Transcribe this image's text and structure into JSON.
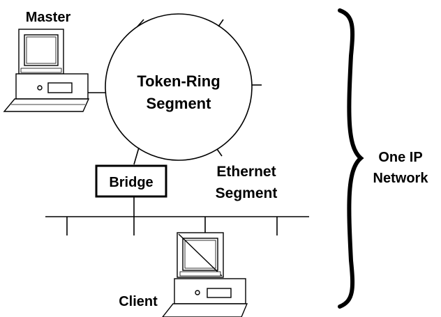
{
  "labels": {
    "master": "Master",
    "token_ring_line1": "Token-Ring",
    "token_ring_line2": "Segment",
    "bridge": "Bridge",
    "ethernet_line1": "Ethernet",
    "ethernet_line2": "Segment",
    "network_line1": "One IP",
    "network_line2": "Network",
    "client": "Client"
  },
  "colors": {
    "line": "#000000",
    "background": "#ffffff"
  },
  "icons": {
    "master_computer": "desktop-computer-icon",
    "client_computer": "desktop-computer-icon",
    "network_brace": "right-curly-brace"
  }
}
